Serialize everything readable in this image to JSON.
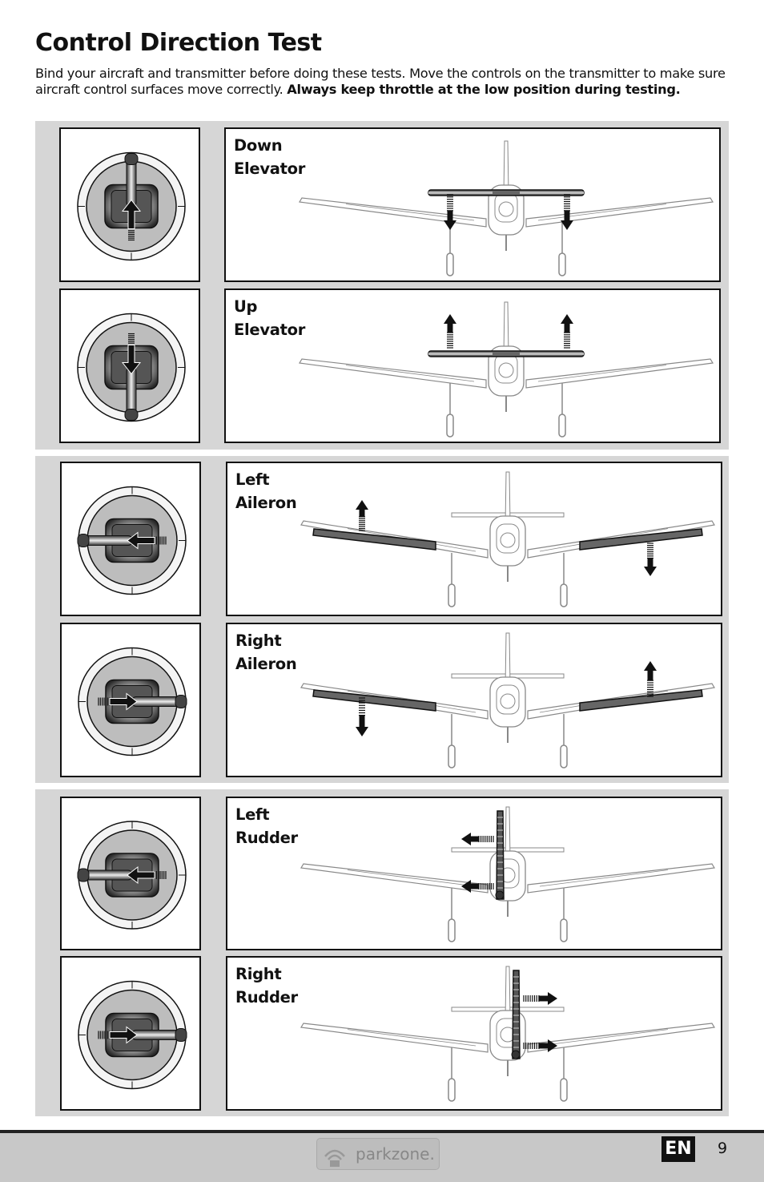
{
  "title": "Control Direction Test",
  "intro": {
    "text": "Bind your aircraft and transmitter before doing these tests. Move the controls on the transmitter to make sure aircraft control surfaces move correctly.",
    "bold": "Always keep throttle at the low position during testing."
  },
  "tests": [
    {
      "label": "Down\nElevator",
      "stick": "up",
      "surface": "elevator-down"
    },
    {
      "label": "Up\nElevator",
      "stick": "down",
      "surface": "elevator-up"
    },
    {
      "label": "Left\nAileron",
      "stick": "left",
      "surface": "aileron-left"
    },
    {
      "label": "Right\nAileron",
      "stick": "right",
      "surface": "aileron-right"
    },
    {
      "label": "Left\nRudder",
      "stick": "left",
      "surface": "rudder-left"
    },
    {
      "label": "Right\nRudder",
      "stick": "right",
      "surface": "rudder-right"
    }
  ],
  "footer": {
    "brand": "parkzone.",
    "language": "EN",
    "page_number": "9"
  },
  "colors": {
    "panel_gray": "#d6d6d6",
    "footer_gray": "#c8c8c8",
    "surface_dark": "#333333"
  }
}
